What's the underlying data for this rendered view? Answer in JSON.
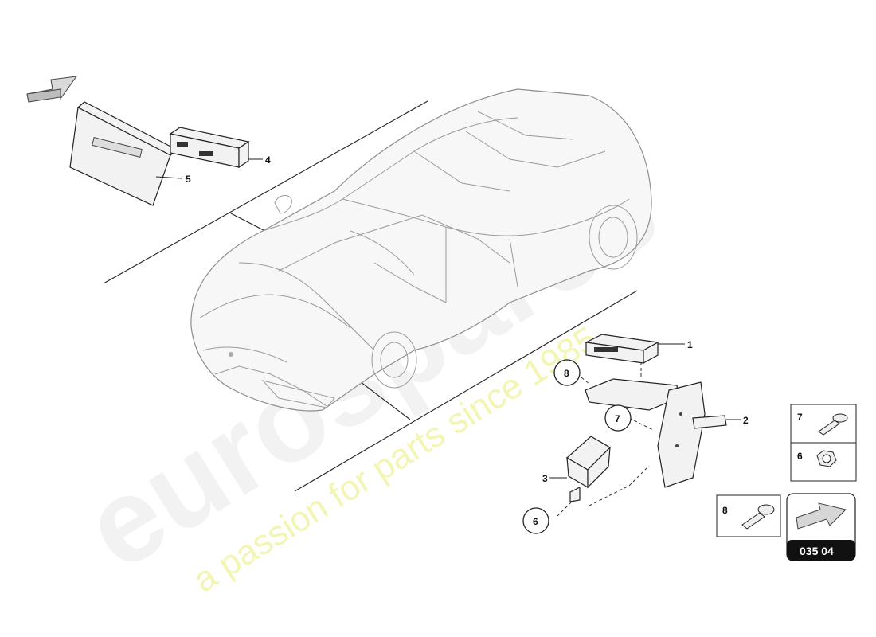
{
  "watermark": {
    "brand": "eurospares",
    "tagline": "a passion for parts since 1985"
  },
  "callouts": {
    "c1": "1",
    "c2": "2",
    "c3": "3",
    "c4": "4",
    "c5": "5",
    "c6": "6",
    "c7": "7",
    "c8": "8"
  },
  "legend": {
    "screw_label": "7",
    "nut_label": "6",
    "bolt_label": "8"
  },
  "page_number": "035 04"
}
